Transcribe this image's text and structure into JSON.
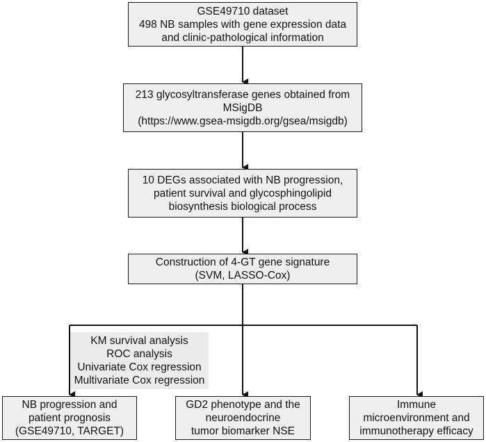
{
  "flow": {
    "step1": [
      "GSE49710 dataset",
      "498 NB samples with gene expression data",
      "and clinic-pathological information"
    ],
    "step2": [
      "213 glycosyltransferase genes obtained from",
      "MSigDB",
      "(https://www.gsea-msigdb.org/gsea/msigdb)"
    ],
    "step3": [
      "10 DEGs associated with NB progression,",
      "patient survival and glycosphingolipid",
      "biosynthesis biological process"
    ],
    "step4": [
      "Construction of 4-GT gene signature",
      "(SVM, LASSO-Cox)"
    ],
    "methods": [
      "KM survival analysis",
      "ROC analysis",
      "Univariate Cox regression",
      "Multivariate Cox regression"
    ],
    "outcomes": {
      "left": [
        "NB progression and",
        "patient prognosis",
        "(GSE49710, TARGET)"
      ],
      "middle": [
        "GD2 phenotype and the",
        "neuroendocrine",
        "tumor biomarker NSE"
      ],
      "right": [
        "Immune",
        "microenvironment and",
        "immunotherapy efficacy"
      ]
    }
  }
}
